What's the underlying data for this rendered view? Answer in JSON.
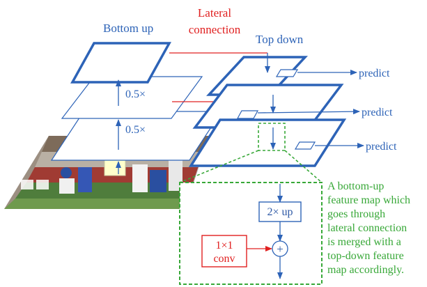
{
  "labels": {
    "bottom_up": "Bottom up",
    "lateral_line1": "Lateral",
    "lateral_line2": "connection",
    "top_down": "Top down",
    "scale_upper": "0.5×",
    "scale_lower": "0.5×",
    "predict_1": "predict",
    "predict_2": "predict",
    "predict_3": "predict",
    "upsample": "2× up",
    "conv_line1": "1×1",
    "conv_line2": "conv",
    "merge_symbol": "+"
  },
  "note_lines": [
    "A bottom-up",
    "feature map which",
    "goes through",
    "lateral connection",
    "is merged with a",
    "top-down feature",
    "map accordingly."
  ],
  "colors": {
    "blue": "#2d63b7",
    "red": "#e02020",
    "green": "#38a838"
  }
}
